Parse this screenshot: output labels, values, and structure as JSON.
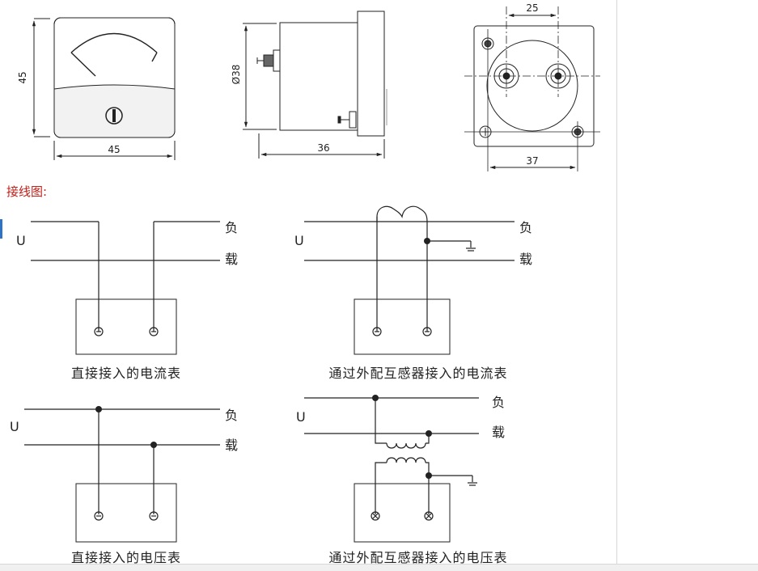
{
  "front_view": {
    "height_dim": "45",
    "width_dim": "45"
  },
  "side_view": {
    "diameter_dim": "Ø38",
    "depth_dim": "36"
  },
  "rear_view": {
    "top_dim": "25",
    "bottom_dim": "37"
  },
  "section_title": "接线图:",
  "circuits": {
    "direct_ammeter": {
      "u": "U",
      "load_top": "负",
      "load_bottom": "载",
      "caption": "直接接入的电流表"
    },
    "ct_ammeter": {
      "u": "U",
      "load_top": "负",
      "load_bottom": "载",
      "caption": "通过外配互感器接入的电流表"
    },
    "direct_voltmeter": {
      "u": "U",
      "load_top": "负",
      "load_bottom": "载",
      "caption": "直接接入的电压表"
    },
    "pt_voltmeter": {
      "u": "U",
      "load_top": "负",
      "load_bottom": "载",
      "caption": "通过外配互感器接入的电压表"
    }
  }
}
